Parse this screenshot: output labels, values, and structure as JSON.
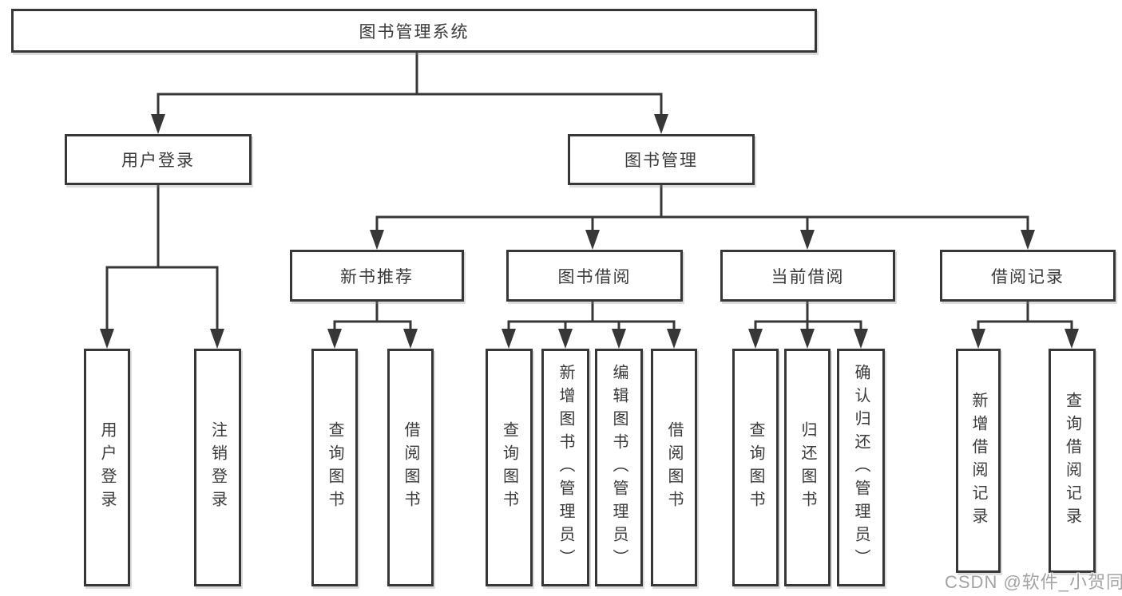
{
  "diagram": {
    "title": "图书管理系统",
    "watermark": "CSDN @软件_小贺同学",
    "colors": {
      "line": "#373737",
      "text": "#3a3a3a",
      "background": "#ffffff",
      "watermark": "#a3a3a3"
    },
    "nodes": [
      {
        "id": "root",
        "label": "图书管理系统"
      },
      {
        "id": "user-login",
        "label": "用户登录"
      },
      {
        "id": "book-mgmt",
        "label": "图书管理"
      },
      {
        "id": "new-book",
        "label": "新书推荐"
      },
      {
        "id": "book-borrow",
        "label": "图书借阅"
      },
      {
        "id": "current-borrow",
        "label": "当前借阅"
      },
      {
        "id": "borrow-records",
        "label": "借阅记录"
      },
      {
        "id": "login-leaf",
        "label": "用户登录"
      },
      {
        "id": "logout-leaf",
        "label": "注销登录"
      },
      {
        "id": "nb-query",
        "label": "查询图书"
      },
      {
        "id": "nb-borrow",
        "label": "借阅图书"
      },
      {
        "id": "bb-query",
        "label": "查询图书"
      },
      {
        "id": "bb-add",
        "label": "新增图书（管理员）"
      },
      {
        "id": "bb-edit",
        "label": "编辑图书（管理员）"
      },
      {
        "id": "bb-borrow",
        "label": "借阅图书"
      },
      {
        "id": "cb-query",
        "label": "查询图书"
      },
      {
        "id": "cb-return",
        "label": "归还图书"
      },
      {
        "id": "cb-confirm",
        "label": "确认归还（管理员）"
      },
      {
        "id": "br-add",
        "label": "新增借阅记录"
      },
      {
        "id": "br-query",
        "label": "查询借阅记录"
      }
    ]
  }
}
